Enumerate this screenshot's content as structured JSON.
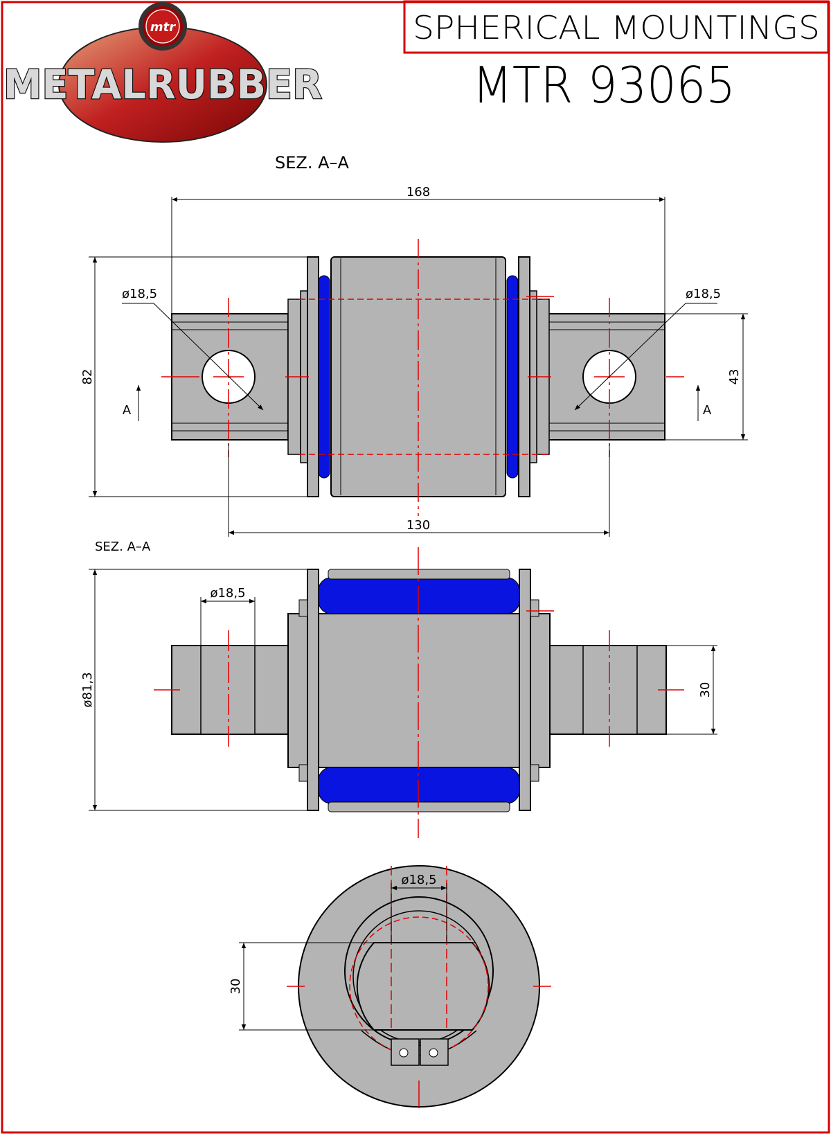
{
  "title_box": {
    "title": "SPHERICAL MOUNTINGS",
    "part_number": "MTR 93065"
  },
  "logo": {
    "brand": "METALRUBBER",
    "badge": "mtr"
  },
  "views": {
    "top": {
      "section_label": "SEZ. A–A",
      "dim_overall_length": "168",
      "dim_height": "82",
      "dim_hole_left": "ø18,5",
      "dim_hole_right": "ø18,5",
      "dim_end_height": "43",
      "dim_hole_spacing": "130",
      "section_mark_left": "A",
      "section_mark_right": "A"
    },
    "middle": {
      "section_label": "SEZ. A–A",
      "dim_hole": "ø18,5",
      "dim_diameter": "ø81,3",
      "dim_thickness": "30"
    },
    "bottom": {
      "dim_hole": "ø18,5",
      "dim_flat": "30"
    }
  },
  "colors": {
    "border": "#d40000",
    "rubber": "#0a14e0",
    "metal": "#b4b4b4",
    "centerline": "#e00000"
  }
}
